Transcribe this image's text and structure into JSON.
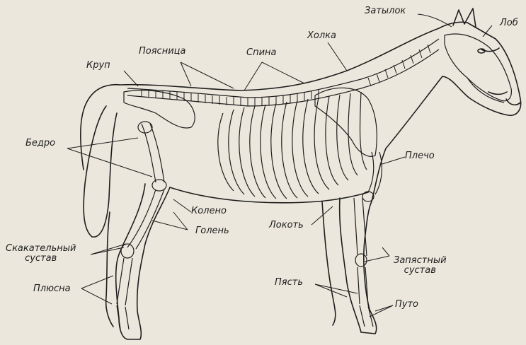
{
  "labels": {
    "zatylok": "Затылок",
    "lob": "Лоб",
    "kholka": "Холка",
    "poyasnitsa": "Поясница",
    "spina": "Спина",
    "krup": "Круп",
    "bedro": "Бедро",
    "plecho": "Плечо",
    "koleno": "Колено",
    "golen": "Голень",
    "lokot": "Локоть",
    "skakatelny_sustav": "Скакательный\nсустав",
    "zapyastny_sustav": "Запястный\nсустав",
    "plyusna": "Плюсна",
    "pyast": "Пясть",
    "puto": "Путо"
  },
  "colors": {
    "background": "#ebe7dc",
    "ink": "#1e1e1e"
  }
}
